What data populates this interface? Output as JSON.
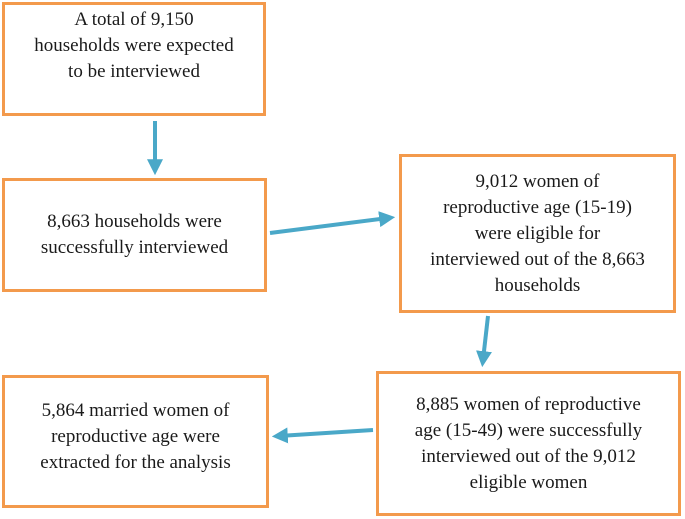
{
  "diagram": {
    "nodes": [
      {
        "id": "box1",
        "lines": [
          "A total of 9,150",
          "households were expected",
          "to be interviewed"
        ]
      },
      {
        "id": "box2",
        "lines": [
          "8,663 households were",
          "successfully interviewed"
        ]
      },
      {
        "id": "box3",
        "lines": [
          "9,012 women of",
          "reproductive age (15-19)",
          "were eligible for",
          "interviewed out of the 8,663",
          "households"
        ]
      },
      {
        "id": "box4",
        "lines": [
          "8,885 women of reproductive",
          "age (15-49) were successfully",
          "interviewed out of the 9,012",
          "eligible women"
        ]
      },
      {
        "id": "box5",
        "lines": [
          "5,864 married women of",
          "reproductive age were",
          "extracted for the analysis"
        ]
      }
    ],
    "edges": [
      {
        "from": "box1",
        "to": "box2"
      },
      {
        "from": "box2",
        "to": "box3"
      },
      {
        "from": "box3",
        "to": "box4"
      },
      {
        "from": "box4",
        "to": "box5"
      }
    ],
    "colors": {
      "box_border": "#f39a4c",
      "arrow": "#4aa8c8",
      "text": "#1a1a1a"
    }
  }
}
